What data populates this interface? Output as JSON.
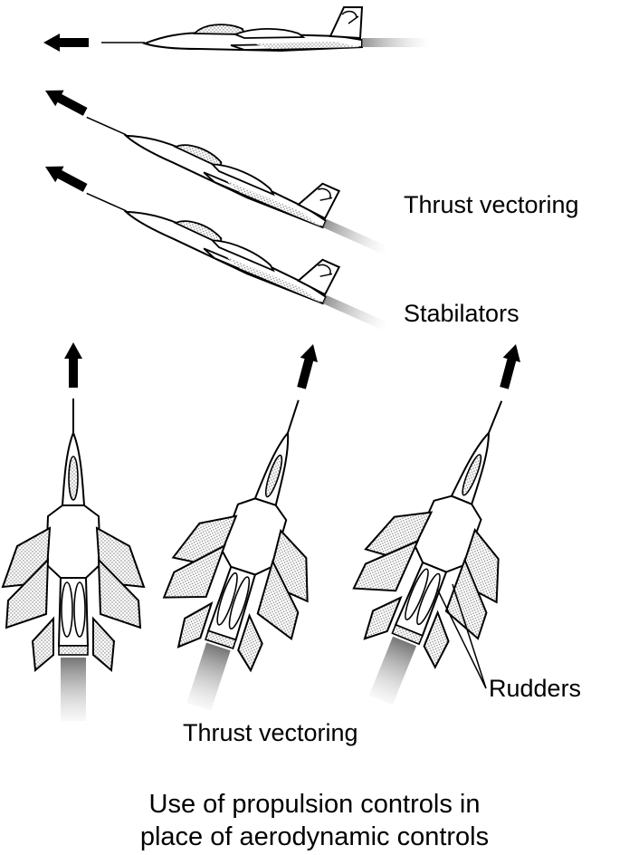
{
  "labels": {
    "thrust_vectoring_side": "Thrust vectoring",
    "stabilators": "Stabilators",
    "rudders": "Rudders",
    "thrust_vectoring_top": "Thrust vectoring"
  },
  "caption": {
    "line1": "Use of propulsion controls in",
    "line2": "place of aerodynamic controls"
  },
  "colors": {
    "ink": "#000000",
    "background": "#ffffff",
    "shading": "#9a9a9a"
  }
}
